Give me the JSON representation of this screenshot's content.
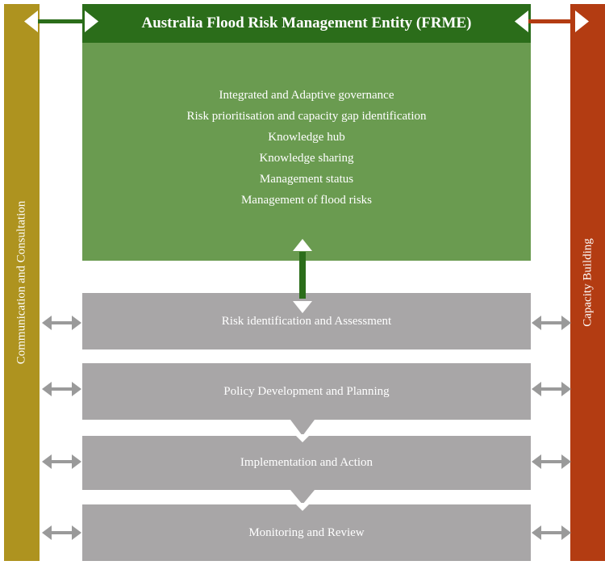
{
  "title": "Australia Flood Risk Management Entity (FRME)",
  "left_side": {
    "label": "Communication and Consultation"
  },
  "right_side": {
    "label": "Capacity Building"
  },
  "frme_functions": [
    "Integrated and Adaptive governance",
    "Risk prioritisation and capacity gap identification",
    "Knowledge hub",
    "Knowledge sharing",
    "Management status",
    "Management of flood risks"
  ],
  "stages": [
    "Risk identification and Assessment",
    "Policy Development and Planning",
    "Implementation and Action",
    "Monitoring and Review"
  ],
  "colors": {
    "left_side": "#ae931f",
    "right_side": "#b33c12",
    "title_bar": "#2b6d1a",
    "green_box": "#6a9b50",
    "stage_box": "#a8a6a7",
    "grey_arrow": "#9a9a9a"
  }
}
